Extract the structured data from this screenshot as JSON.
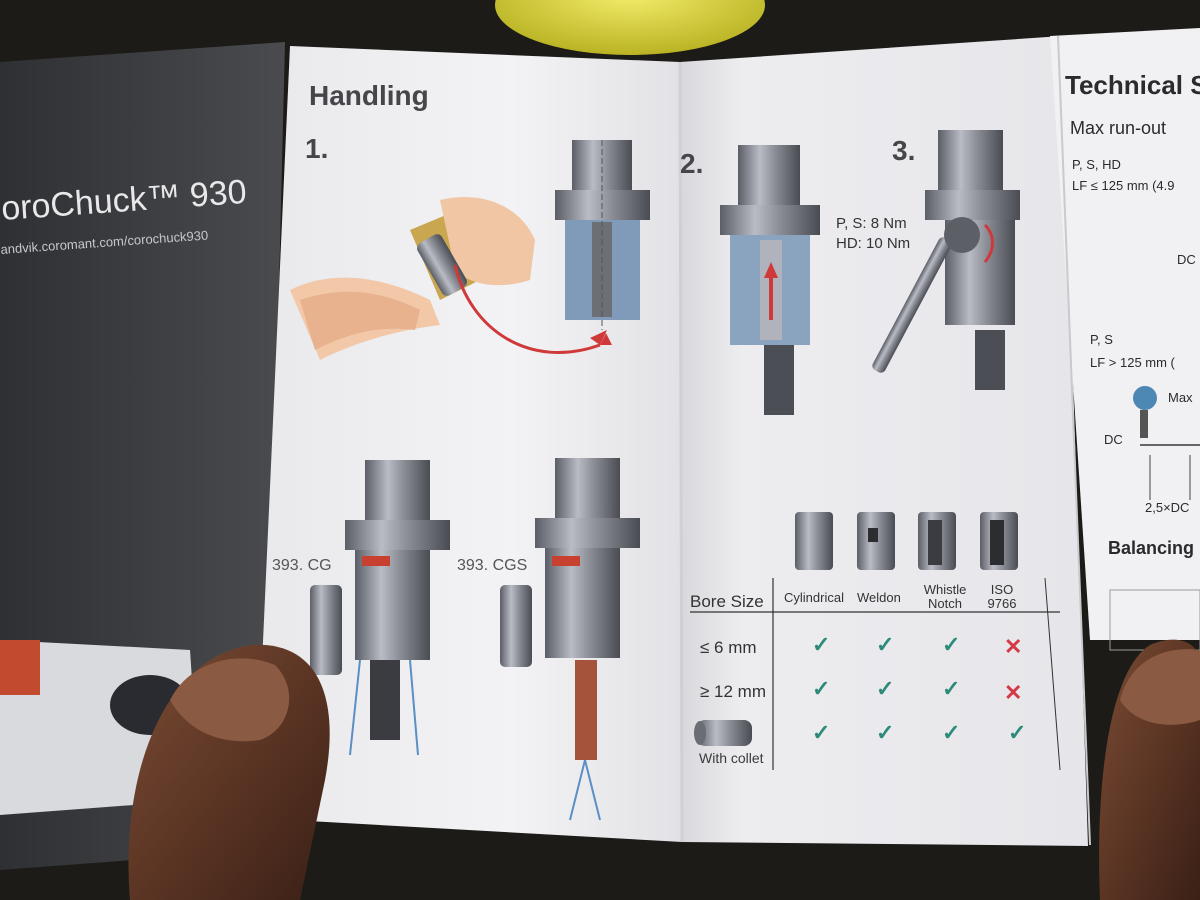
{
  "cover": {
    "title": "oroChuck™ 930",
    "url": "andvik.coromant.com/corochuck930"
  },
  "handling": {
    "title": "Handling",
    "step1": "1.",
    "step2": "2.",
    "step3": "3.",
    "torque_ps": "P, S: 8 Nm",
    "torque_hd": "HD: 10 Nm",
    "chuck_cg": "393. CG",
    "chuck_cgs": "393. CGS"
  },
  "table": {
    "bore_size_label": "Bore Size",
    "headers": [
      "Cylindrical",
      "Weldon",
      "Whistle Notch",
      "ISO 9766"
    ],
    "rows": [
      {
        "label": "≤ 6 mm",
        "marks": [
          "✓",
          "✓",
          "✓",
          "✕"
        ]
      },
      {
        "label": "≥ 12 mm",
        "marks": [
          "✓",
          "✓",
          "✓",
          "✕"
        ]
      },
      {
        "label": "With collet",
        "marks": [
          "✓",
          "✓",
          "✓",
          "✓"
        ]
      }
    ],
    "colors": {
      "check": "#2e8a7a",
      "cross": "#d43a46"
    }
  },
  "technical": {
    "title": "Technical S",
    "max_runout": "Max run-out",
    "psh": "P, S, HD",
    "lf1": "LF ≤ 125 mm (4.9",
    "dc_right": "DC",
    "ps": "P, S",
    "lf2": "LF > 125 mm (",
    "max_label": "Max",
    "dc_left": "DC",
    "dc_25": "2,5×DC",
    "balancing": "Balancing"
  }
}
